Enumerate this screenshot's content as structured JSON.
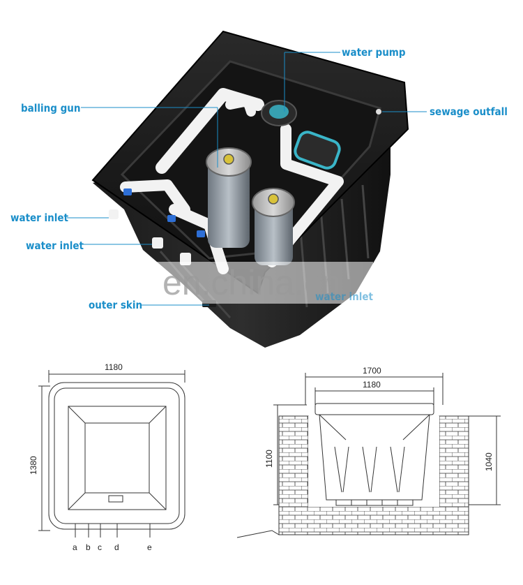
{
  "callouts": {
    "water_pump": "water pump",
    "balling_gun": "balling gun",
    "sewage_outfall": "sewage outfall",
    "water_inlet_1": "water inlet",
    "water_inlet_2": "water inlet",
    "outer_skin": "outer skin",
    "water_inlet_hidden": "water inlet"
  },
  "watermark": "en.china.cn",
  "top_view": {
    "width": "1180",
    "height": "1380",
    "markers": [
      "a",
      "b",
      "c",
      "d",
      "e"
    ]
  },
  "side_view": {
    "outer_width": "1700",
    "inner_width": "1180",
    "left_height": "1100",
    "right_height": "1040"
  },
  "colors": {
    "label": "#1a8ec9",
    "tank": "#1c1c1c",
    "pipe": "#f4f4f4",
    "filter": "#9aa3ab",
    "valve": "#2e6fd6"
  }
}
